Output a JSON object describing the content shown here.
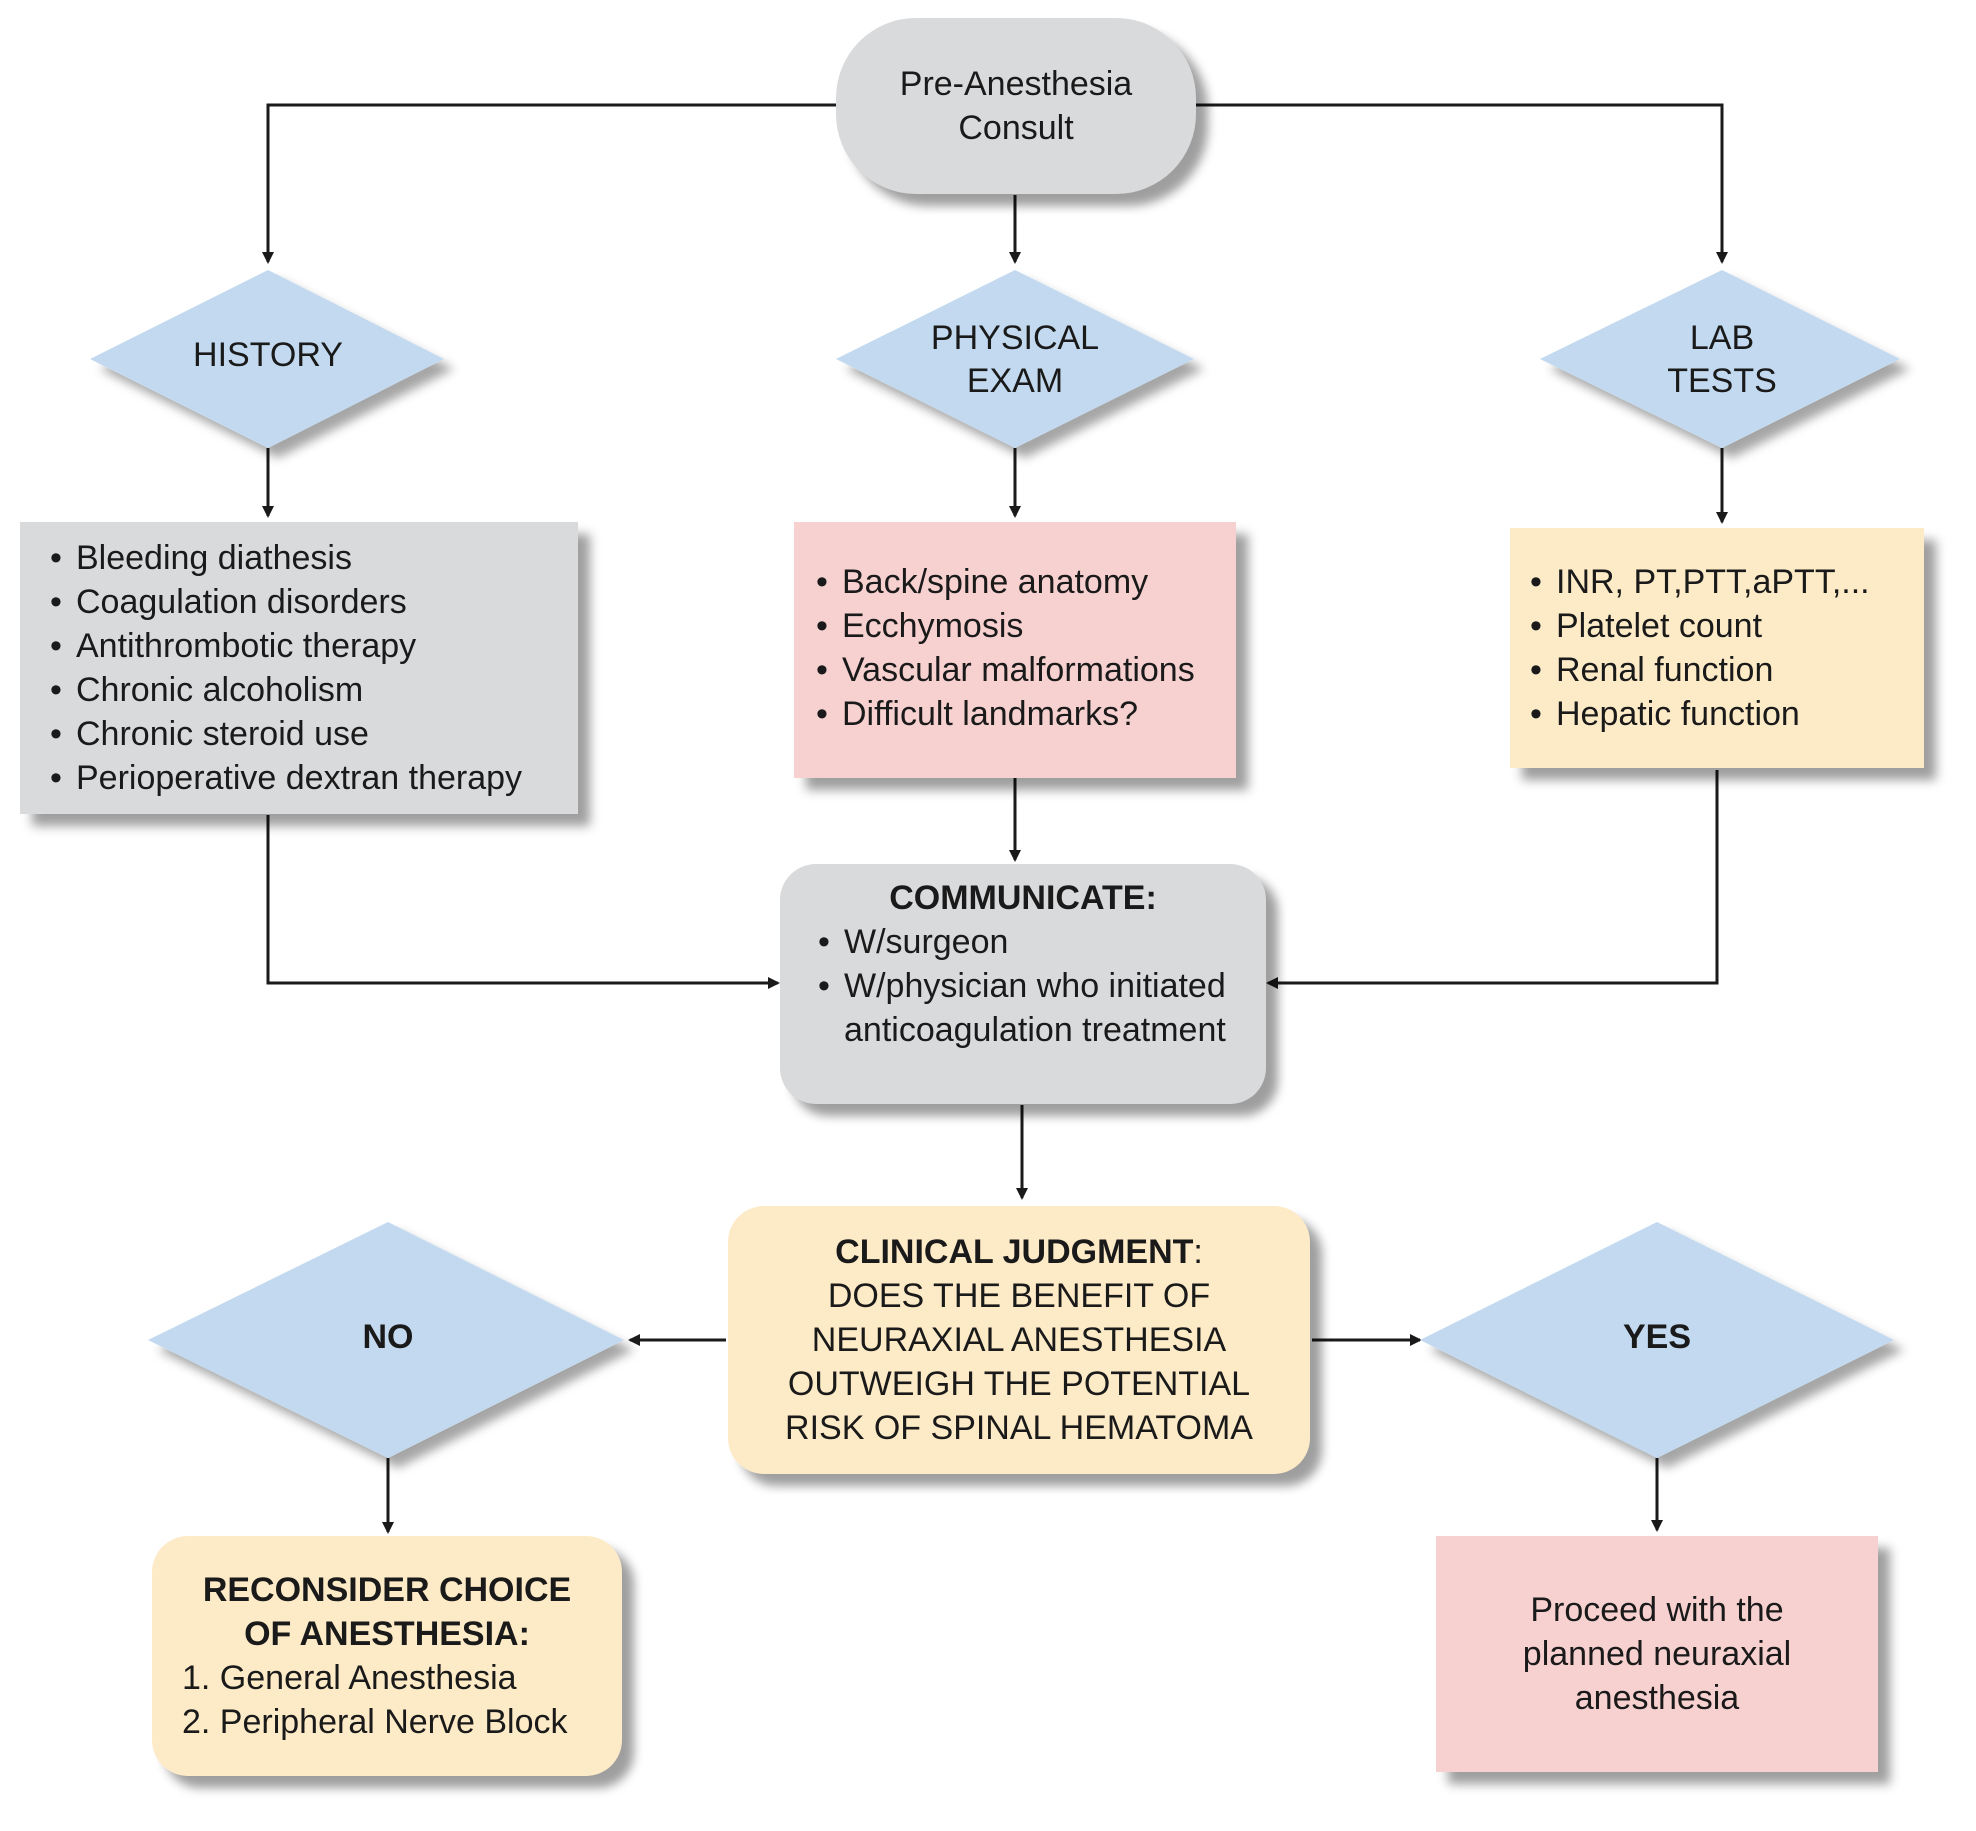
{
  "start": {
    "lines": [
      "Pre-Anesthesia",
      "Consult"
    ]
  },
  "history": {
    "label": "HISTORY",
    "items": [
      "Bleeding diathesis",
      "Coagulation disorders",
      "Antithrombotic therapy",
      "Chronic alcoholism",
      "Chronic steroid use",
      "Perioperative dextran therapy"
    ]
  },
  "physical": {
    "label_lines": [
      "PHYSICAL",
      "EXAM"
    ],
    "items": [
      "Back/spine anatomy",
      "Ecchymosis",
      "Vascular malformations",
      "Difficult  landmarks?"
    ]
  },
  "lab": {
    "label_lines": [
      "LAB",
      "TESTS"
    ],
    "items": [
      "INR, PT,PTT,aPTT,...",
      "Platelet count",
      "Renal function",
      "Hepatic function"
    ]
  },
  "communicate": {
    "title": "COMMUNICATE:",
    "items": [
      "W/surgeon",
      "W/physician who initiated anticoagulation treatment"
    ]
  },
  "judgment": {
    "title": "CLINICAL JUDGMENT",
    "title_suffix": ":",
    "lines": [
      "DOES THE BENEFIT OF",
      "NEURAXIAL ANESTHESIA",
      "OUTWEIGH THE POTENTIAL",
      "RISK OF SPINAL HEMATOMA"
    ]
  },
  "no": {
    "label": "NO"
  },
  "yes": {
    "label": "YES"
  },
  "reconsider": {
    "title_lines": [
      "RECONSIDER CHOICE",
      "OF ANESTHESIA:"
    ],
    "items": [
      "1. General Anesthesia",
      "2. Peripheral Nerve Block"
    ]
  },
  "proceed": {
    "lines": [
      "Proceed with the",
      "planned neuraxial",
      "anesthesia"
    ]
  },
  "colors": {
    "diamond": "#c2d9ef",
    "gray": "#d9dadc",
    "pink": "#f7d1d0",
    "cream": "#fdebc7",
    "line": "#1a1a1a"
  }
}
